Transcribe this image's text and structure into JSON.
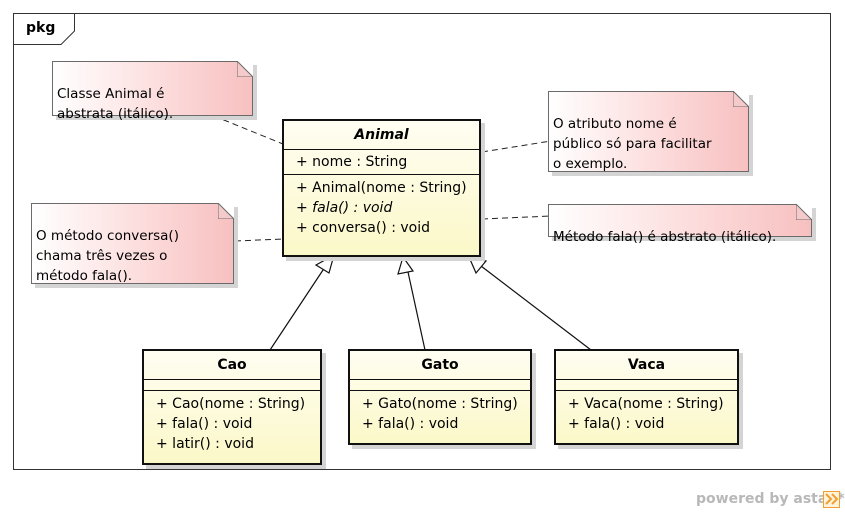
{
  "frame": {
    "label": "pkg"
  },
  "notes": {
    "animal_abstract": "Classe Animal é\nabstrata (itálico).",
    "nome_public": "O atributo nome é\npúblico só para facilitar\no exemplo.",
    "conversa": "O método conversa()\nchama três vezes o\nmétodo fala().",
    "fala_abstract": "Método fala() é abstrato (itálico)."
  },
  "classes": {
    "animal": {
      "name": "Animal",
      "attributes": [
        "+ nome : String"
      ],
      "operations": [
        "+ Animal(nome : String)",
        "+ fala() : void",
        "+ conversa() : void"
      ]
    },
    "cao": {
      "name": "Cao",
      "operations": [
        "+ Cao(nome : String)",
        "+ fala() : void",
        "+ latir() : void"
      ]
    },
    "gato": {
      "name": "Gato",
      "operations": [
        "+ Gato(nome : String)",
        "+ fala() : void"
      ]
    },
    "vaca": {
      "name": "Vaca",
      "operations": [
        "+ Vaca(nome : String)",
        "+ fala() : void"
      ]
    }
  },
  "watermark": "powered by astah*",
  "colors": {
    "class_fill": "#fbf8c8",
    "note_fill": "#f7c0c0",
    "border": "#111111",
    "watermark": "#b8b8b8",
    "logo": "#f0a030"
  }
}
